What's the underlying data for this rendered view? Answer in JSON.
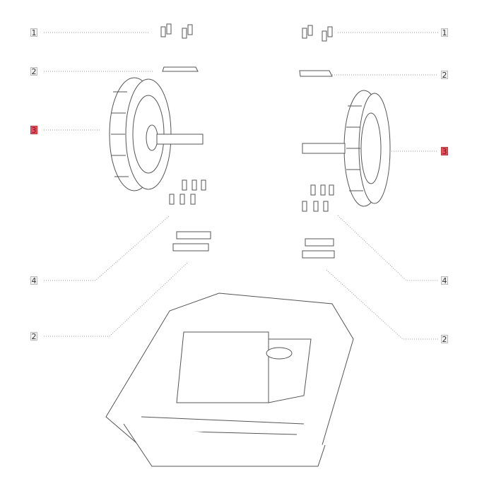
{
  "callouts": {
    "left": [
      {
        "label": "1",
        "highlight": false
      },
      {
        "label": "2",
        "highlight": false
      },
      {
        "label": "3",
        "highlight": true
      },
      {
        "label": "4",
        "highlight": false
      },
      {
        "label": "2",
        "highlight": false
      }
    ],
    "right": [
      {
        "label": "1",
        "highlight": false
      },
      {
        "label": "2",
        "highlight": false
      },
      {
        "label": "3",
        "highlight": true
      },
      {
        "label": "4",
        "highlight": false
      },
      {
        "label": "2",
        "highlight": false
      }
    ]
  },
  "colors": {
    "highlight": "#e8505f",
    "line": "#555555",
    "leader": "#999999"
  }
}
